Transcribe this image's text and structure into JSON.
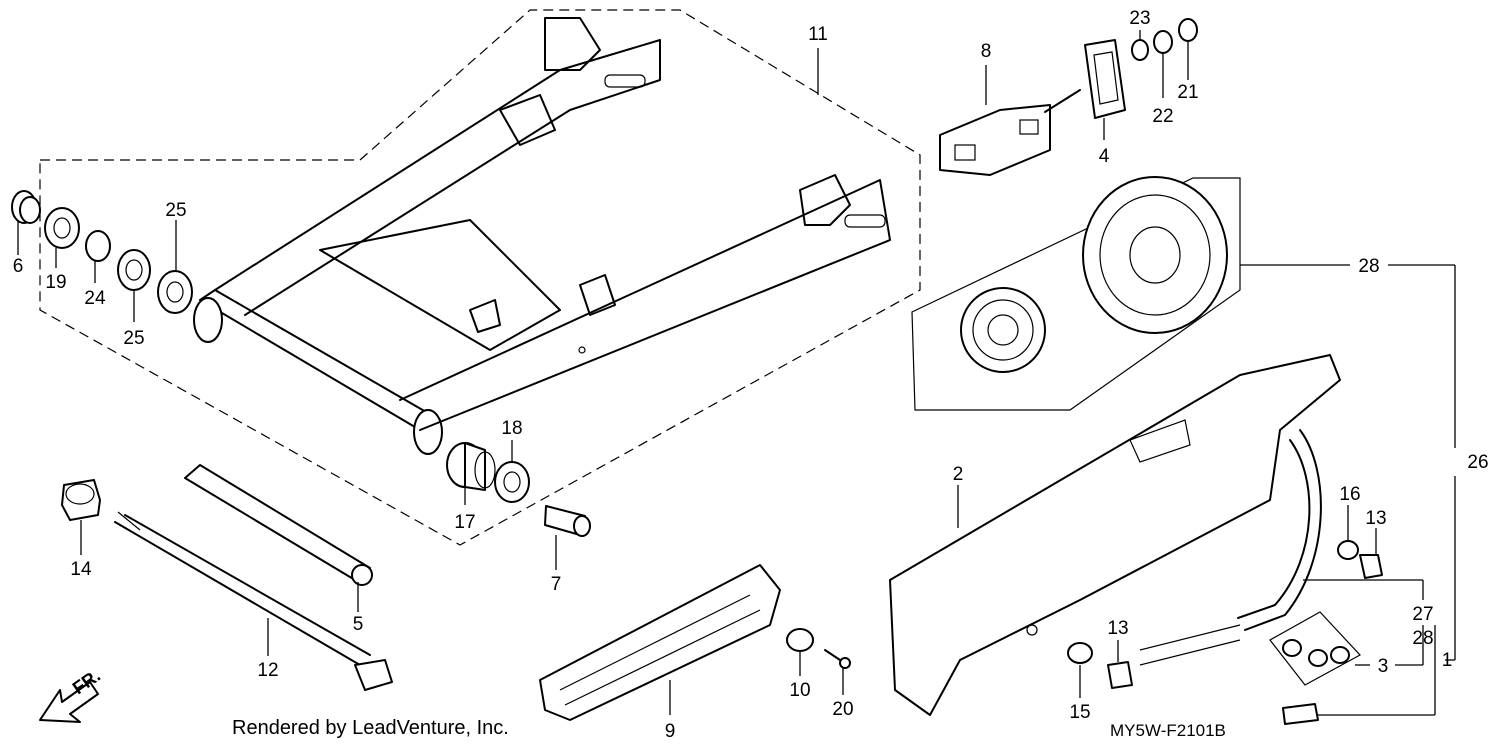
{
  "callouts": [
    {
      "id": "c11",
      "text": "11"
    },
    {
      "id": "c8",
      "text": "8"
    },
    {
      "id": "c23",
      "text": "23"
    },
    {
      "id": "c22",
      "text": "22"
    },
    {
      "id": "c21",
      "text": "21"
    },
    {
      "id": "c4",
      "text": "4"
    },
    {
      "id": "c25a",
      "text": "25"
    },
    {
      "id": "c6",
      "text": "6"
    },
    {
      "id": "c19",
      "text": "19"
    },
    {
      "id": "c24",
      "text": "24"
    },
    {
      "id": "c25b",
      "text": "25"
    },
    {
      "id": "c28a",
      "text": "28"
    },
    {
      "id": "c26",
      "text": "26"
    },
    {
      "id": "c18",
      "text": "18"
    },
    {
      "id": "c17",
      "text": "17"
    },
    {
      "id": "c14",
      "text": "14"
    },
    {
      "id": "c5",
      "text": "5"
    },
    {
      "id": "c7",
      "text": "7"
    },
    {
      "id": "c12",
      "text": "12"
    },
    {
      "id": "c2",
      "text": "2"
    },
    {
      "id": "c16",
      "text": "16"
    },
    {
      "id": "c13a",
      "text": "13"
    },
    {
      "id": "c27",
      "text": "27"
    },
    {
      "id": "c28b",
      "text": "28"
    },
    {
      "id": "c13b",
      "text": "13"
    },
    {
      "id": "c1",
      "text": "1"
    },
    {
      "id": "c3",
      "text": "3"
    },
    {
      "id": "c10",
      "text": "10"
    },
    {
      "id": "c20",
      "text": "20"
    },
    {
      "id": "c15",
      "text": "15"
    },
    {
      "id": "c9",
      "text": "9"
    }
  ],
  "front_arrow_label": "FR.",
  "credit": "Rendered by LeadVenture, Inc.",
  "diagram_code": "MY5W-F2101B",
  "colors": {
    "ink": "#000000",
    "paper": "#ffffff"
  }
}
